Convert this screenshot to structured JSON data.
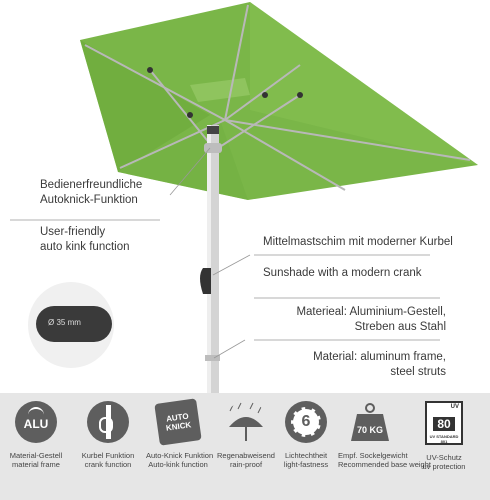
{
  "callouts": {
    "kink_de": [
      "Bedienerfreundliche",
      "Autoknick-Funktion"
    ],
    "kink_en": [
      "User-friendly",
      "auto kink function"
    ],
    "crank_de": "Mittelmastschim mit moderner Kurbel",
    "crank_en": "Sunshade with a modern crank",
    "material_de": [
      "Materieal: Aluminium-Gestell,",
      "Streben aus Stahl"
    ],
    "material_en": [
      "Material: aluminum frame,",
      "steel struts"
    ],
    "diameter": "Ø 35 mm"
  },
  "features": [
    {
      "icon": "alu-icon",
      "text": "ALU",
      "de": "Material-Gestell",
      "en": "material frame"
    },
    {
      "icon": "crank-icon",
      "text": "",
      "de": "Kurbel Funktion",
      "en": "crank function"
    },
    {
      "icon": "auto-knick-icon",
      "text": "AUTO KNICK",
      "de": "Auto-Knick Funktion",
      "en": "Auto-kink function"
    },
    {
      "icon": "rain-icon",
      "text": "",
      "de": "Regenabweisend",
      "en": "rain-proof"
    },
    {
      "icon": "light-fastness-icon",
      "text": "6",
      "de": "Lichtechtheit",
      "en": "light-fastness"
    },
    {
      "icon": "base-weight-icon",
      "text": "70 KG",
      "de": "Empf. Sockelgewicht",
      "en": "Recommended base weight"
    },
    {
      "icon": "uv-icon",
      "text": "80",
      "de": "UV-Schutz",
      "en": "uv protection"
    }
  ],
  "uv": {
    "top": "UV",
    "standard": "UV STANDARD 801",
    "value": "80"
  },
  "colors": {
    "canopy": "#7ab648",
    "canopy_dark": "#5f9a33",
    "strip": "#e6e6e6",
    "icon": "#5e5e5e"
  }
}
